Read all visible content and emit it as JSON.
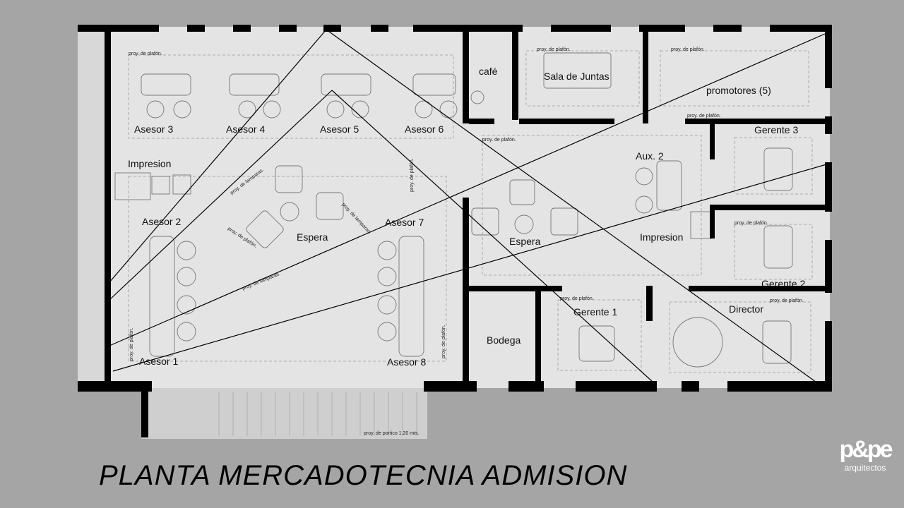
{
  "title": "PLANTA MERCADOTECNIA ADMISION",
  "logo": {
    "mark": "p&pe",
    "subtitle": "arquitectos"
  },
  "rooms": {
    "cafe": "café",
    "sala_juntas": "Sala de Juntas",
    "promotores": "promotores (5)",
    "asesor3": "Asesor 3",
    "asesor4": "Asesor 4",
    "asesor5": "Asesor 5",
    "asesor6": "Asesor 6",
    "impresion1": "Impresion",
    "asesor2": "Asesor 2",
    "espera1": "Espera",
    "asesor7": "Asesor 7",
    "asesor1": "Asesor 1",
    "asesor8": "Asesor 8",
    "espera2": "Espera",
    "aux2": "Aux. 2",
    "impresion2": "Impresion",
    "gerente3": "Gerente 3",
    "gerente2": "Gerente 2",
    "gerente1": "Gerente 1",
    "director": "Director",
    "bodega": "Bodega"
  },
  "notes": {
    "plafon": "proy. de plafón.",
    "lamparas": "proy. de lamparas.",
    "portico": "proy. de portico 1.20 mts."
  }
}
